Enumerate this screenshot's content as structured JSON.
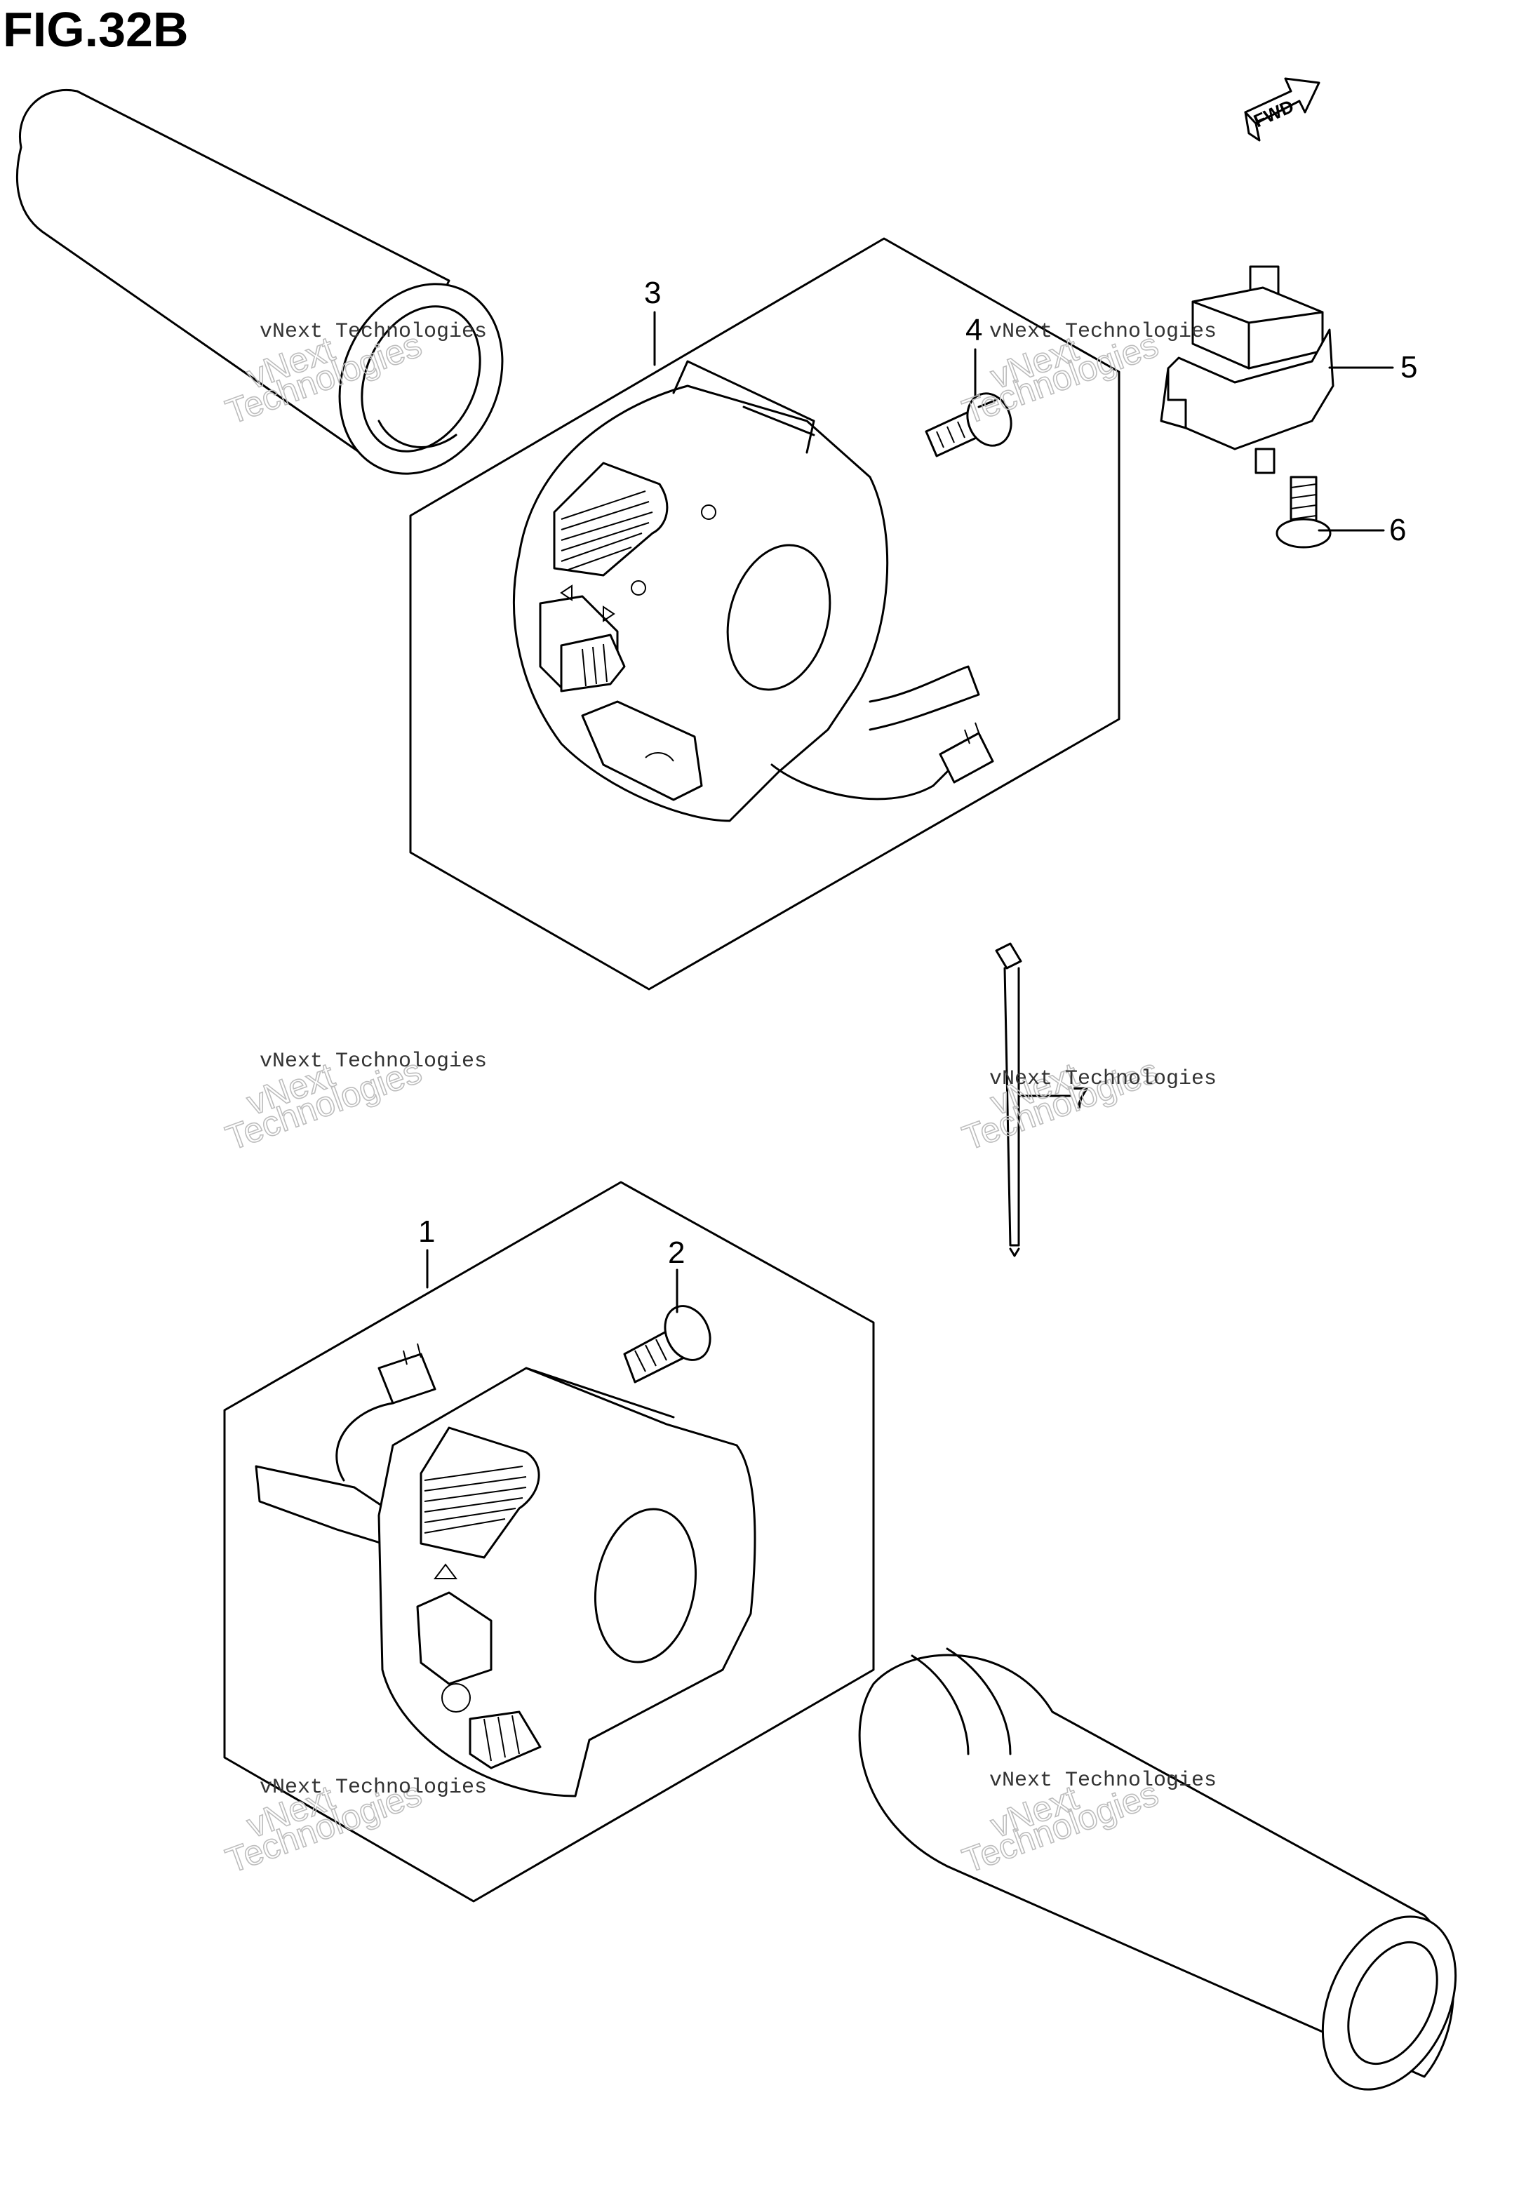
{
  "figure": {
    "title": "FIG.32B",
    "direction_label": "FWD"
  },
  "callouts": [
    {
      "id": "1",
      "label": "1"
    },
    {
      "id": "2",
      "label": "2"
    },
    {
      "id": "3",
      "label": "3"
    },
    {
      "id": "4",
      "label": "4"
    },
    {
      "id": "5",
      "label": "5"
    },
    {
      "id": "6",
      "label": "6"
    },
    {
      "id": "7",
      "label": "7"
    }
  ],
  "watermark": {
    "line1": "vNext Technologies",
    "line2a": "vNext",
    "line2b": "Technologies"
  },
  "colors": {
    "ink": "#000000",
    "watermark_outline": "#bdbdbd",
    "background": "#ffffff"
  }
}
